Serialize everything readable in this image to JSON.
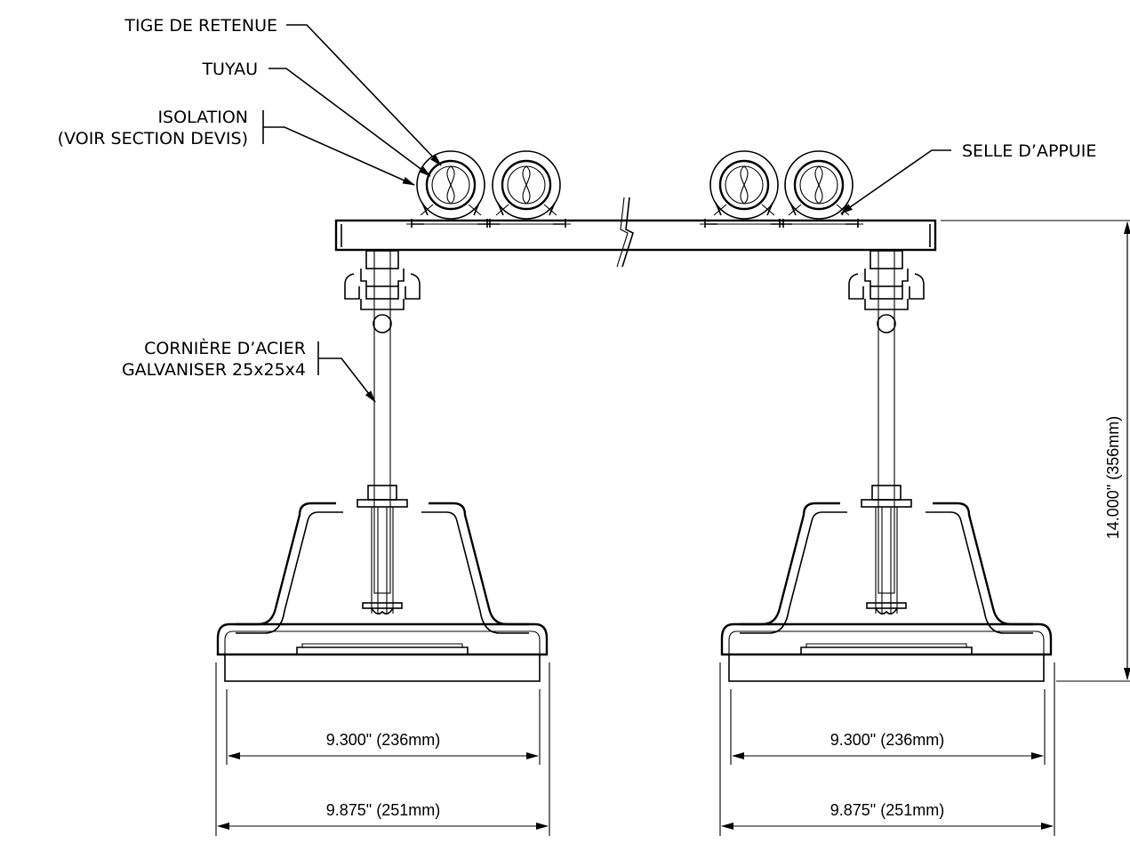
{
  "labels": {
    "retaining_rod": "TIGE DE RETENUE",
    "pipe": "TUYAU",
    "insulation_line1": "ISOLATION",
    "insulation_line2": "(VOIR SECTION DEVIS)",
    "saddle": "SELLE D’APPUIE",
    "angle_line1": "CORNIÈRE D’ACIER",
    "angle_line2": "GALVANISER 25x25x4"
  },
  "dimensions": {
    "height": "14.000\" (356mm)",
    "left_inner": "9.300\" (236mm)",
    "left_outer": "9.875\" (251mm)",
    "right_inner": "9.300\" (236mm)",
    "right_outer": "9.875\" (251mm)"
  }
}
